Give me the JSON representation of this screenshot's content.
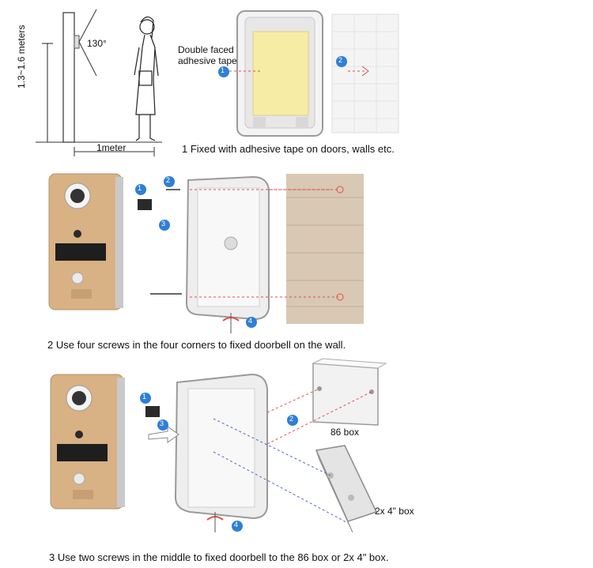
{
  "section1": {
    "height_label": "1.3~1.6 meters",
    "angle_label": "130°",
    "distance_label": "1meter",
    "tape_label_line1": "Double faced",
    "tape_label_line2": "adhesive tape",
    "step1": "1",
    "step2": "2",
    "caption": "1 Fixed with adhesive tape on doors, walls etc."
  },
  "section2": {
    "step1": "1",
    "step2": "2",
    "step3": "3",
    "step4": "4",
    "caption": "2  Use four screws in the four corners to fixed doorbell on the wall."
  },
  "section3": {
    "step1": "1",
    "step2": "2",
    "step3": "3",
    "step4": "4",
    "box86_label": "86 box",
    "box2x4_label": "2x 4\" box",
    "caption": "3 Use two screws in the middle to fixed doorbell to the 86 box or 2x 4\" box."
  },
  "colors": {
    "step_badge": "#2f7fd6",
    "arrow_red": "#e0504a",
    "arrow_blue": "#5566cc",
    "doorbell_gold": "#d8b184",
    "tape_yellow": "#f6eca6"
  }
}
